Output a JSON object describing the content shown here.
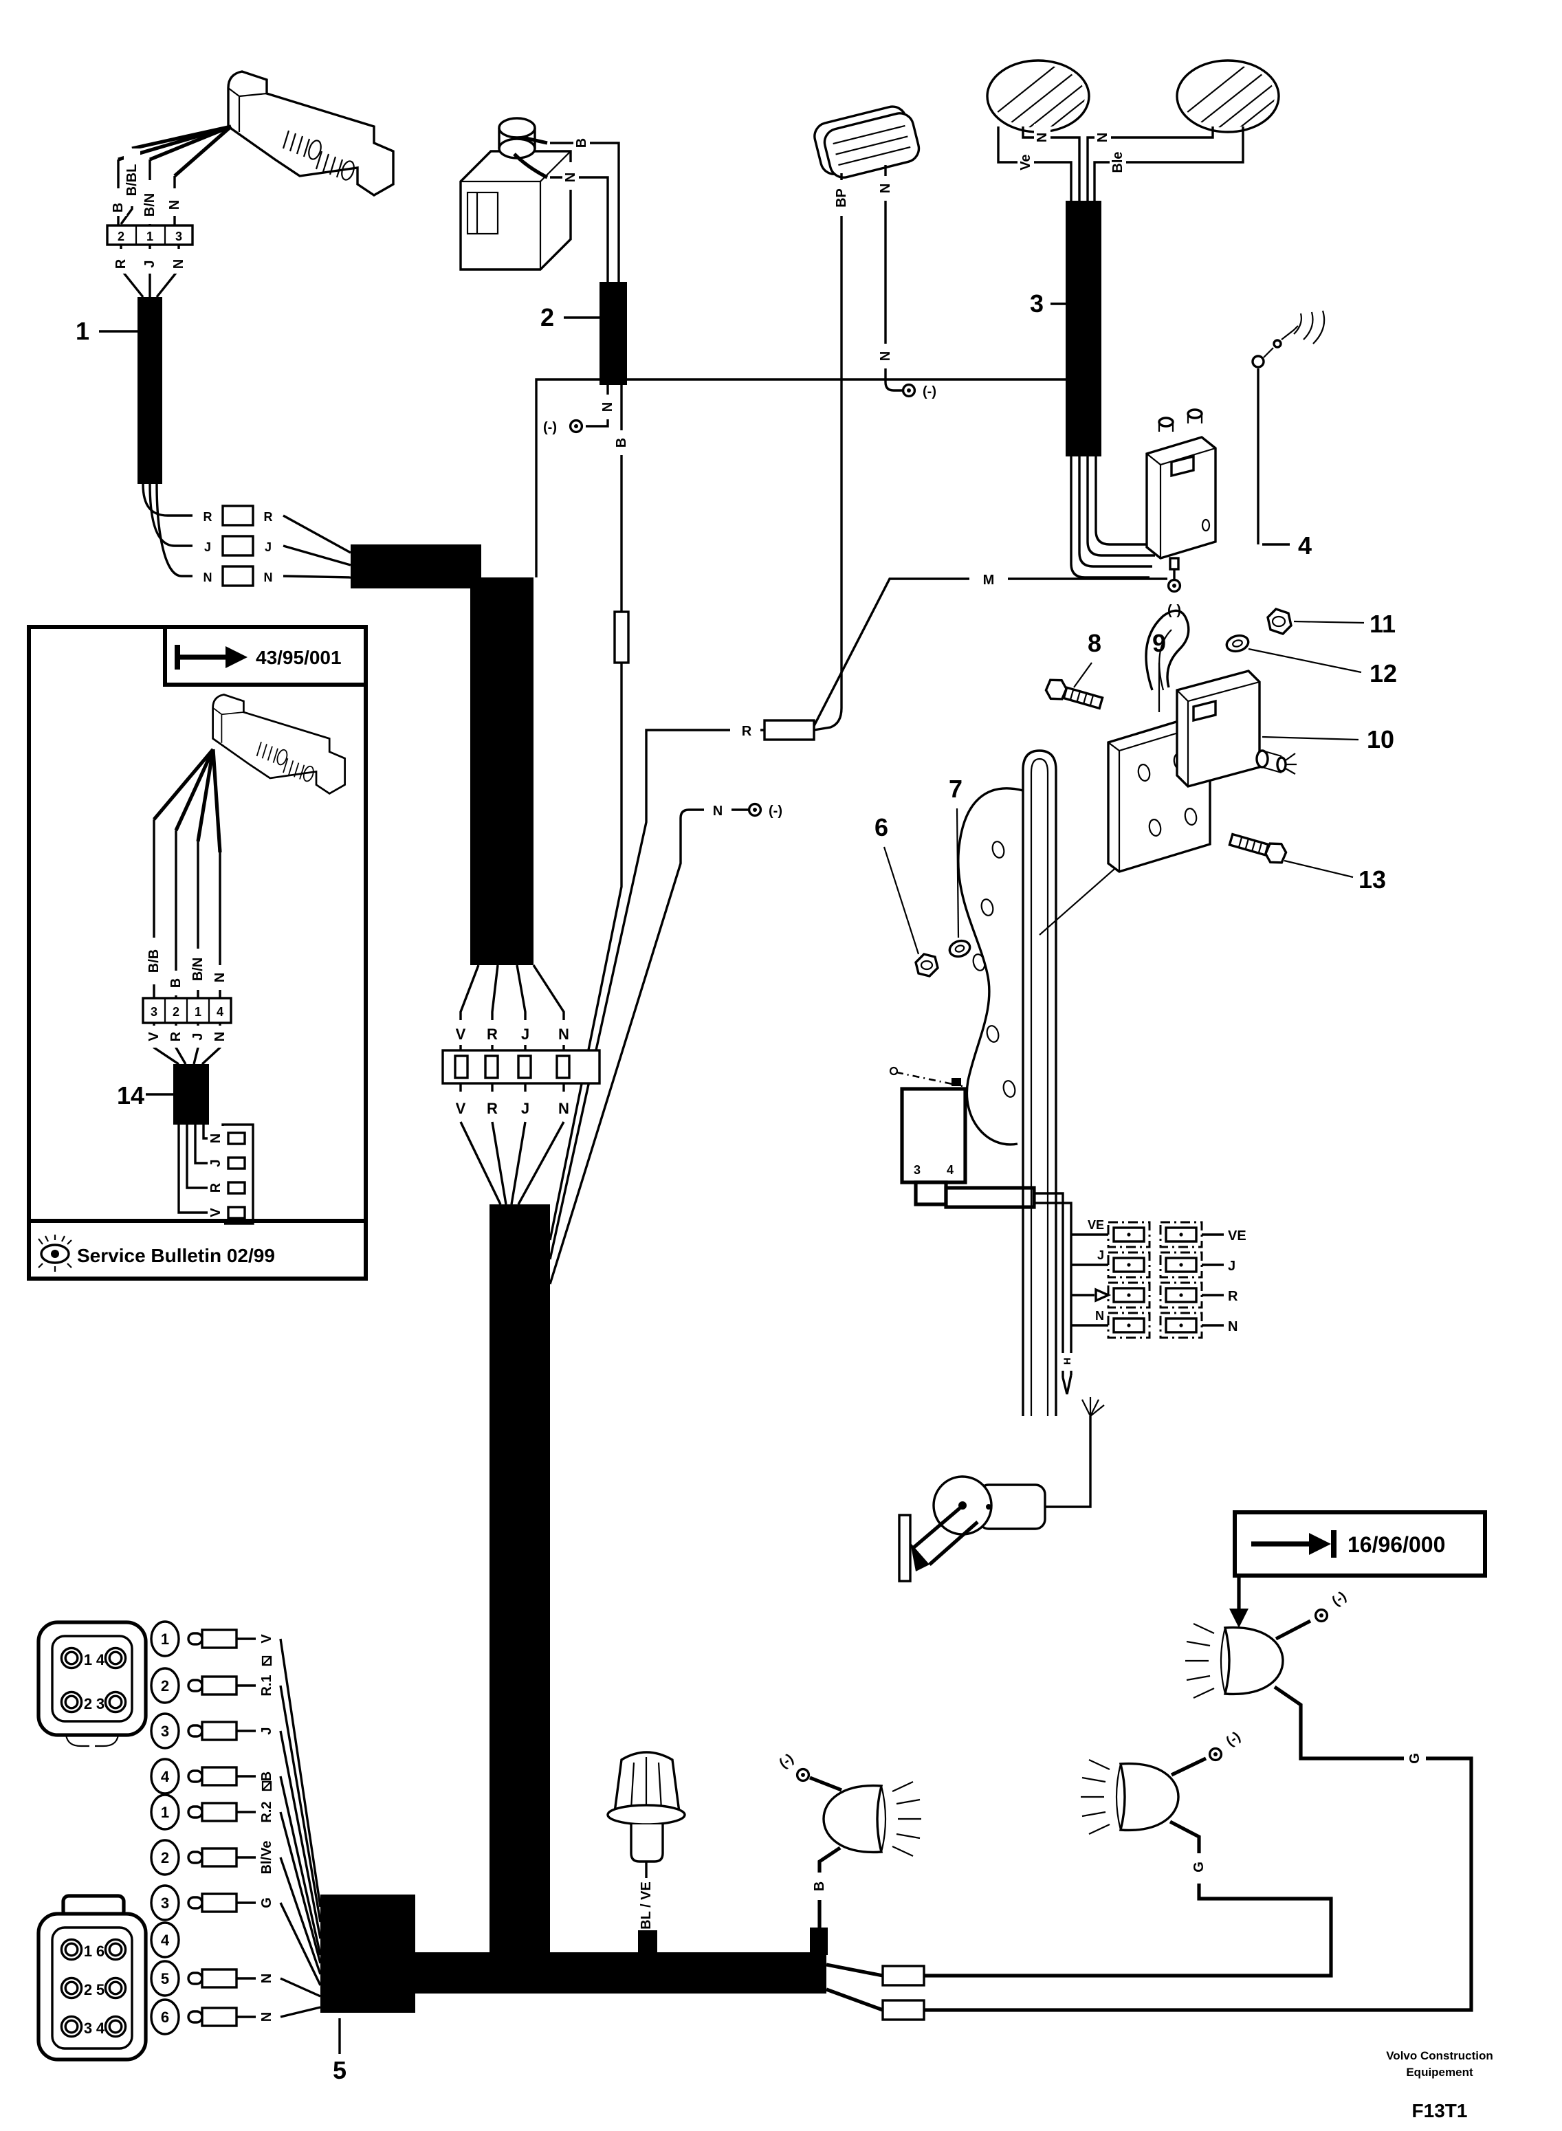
{
  "page": {
    "bg": "#ffffff",
    "ink": "#000000"
  },
  "callouts": {
    "c1": "1",
    "c2": "2",
    "c3": "3",
    "c4": "4",
    "c5": "5",
    "c6": "6",
    "c7": "7",
    "c8": "8",
    "c9": "9",
    "c10": "10",
    "c11": "11",
    "c12": "12",
    "c13": "13",
    "c14": "14"
  },
  "refs": {
    "bulletin": "43/95/001",
    "bulletin_title": "Service Bulletin 02/99",
    "lamp_kit": "16/96/000"
  },
  "footer": {
    "line1": "Volvo Construction",
    "line2": "Equipement",
    "code": "F13T1"
  },
  "connector1": {
    "wires_top": [
      "B",
      "B/BL",
      "B/N",
      "N"
    ],
    "pins": [
      "2",
      "1",
      "3"
    ],
    "wires_bottom": [
      "R",
      "J",
      "N"
    ],
    "splice_left": [
      "R",
      "J",
      "N"
    ],
    "splice_right": [
      "R",
      "J",
      "N"
    ]
  },
  "solenoid2": {
    "wire_b": "B",
    "wire_n": "N",
    "tail_n": "N",
    "tail_b": "B",
    "ground": "(-)"
  },
  "pedal": {
    "wire_bp": "BP",
    "wire_n_upper": "N",
    "wire_n_lower": "N",
    "ground": "(-)"
  },
  "horns": {
    "left_n": "N",
    "left_ve": "Ve",
    "right_n": "N",
    "right_ble": "Ble"
  },
  "unit4": {
    "ground": "(-)",
    "wire_m": "M"
  },
  "mid": {
    "splice_r": "R",
    "ground_n": "N",
    "ground": "(-)"
  },
  "bulletin": {
    "wires_top": [
      "B/B",
      "B",
      "B/N",
      "N"
    ],
    "pins": [
      "3",
      "2",
      "1",
      "4"
    ],
    "wires_bottom": [
      "V",
      "R",
      "J",
      "N"
    ],
    "connector_pins": [
      "N",
      "J",
      "R",
      "V"
    ]
  },
  "inline4": {
    "above": [
      "V",
      "R",
      "J",
      "N"
    ],
    "below": [
      "V",
      "R",
      "J",
      "N"
    ]
  },
  "timer": {
    "pin3": "3",
    "pin4": "4",
    "loom": "H"
  },
  "grid": {
    "left": [
      "VE",
      "J",
      "",
      "N"
    ],
    "right": [
      "VE",
      "J",
      "R",
      "N"
    ]
  },
  "plug4": {
    "pins": [
      [
        "1",
        "4"
      ],
      [
        "2",
        "3"
      ]
    ]
  },
  "plug6": {
    "pins": [
      [
        "1",
        "6"
      ],
      [
        "2",
        "5"
      ],
      [
        "3",
        "4"
      ]
    ]
  },
  "list1": [
    {
      "no": "1",
      "wire": "V"
    },
    {
      "no": "2",
      "wire": "R.1"
    },
    {
      "no": "3",
      "wire": "J"
    },
    {
      "no": "4",
      "wire": "B"
    }
  ],
  "list2": [
    {
      "no": "1",
      "wire": "R.2"
    },
    {
      "no": "2",
      "wire": "Bl/Ve"
    },
    {
      "no": "3",
      "wire": "G"
    },
    {
      "no": "4",
      "wire": ""
    },
    {
      "no": "5",
      "wire": "N"
    },
    {
      "no": "6",
      "wire": "N"
    }
  ],
  "beacon": {
    "wire": "BL / VE"
  },
  "lamps": {
    "work_ground": "(-)",
    "work_wire": "B",
    "mid_ground": "(-)",
    "mid_wire": "G",
    "right_ground": "(-)",
    "right_wire": "G"
  }
}
